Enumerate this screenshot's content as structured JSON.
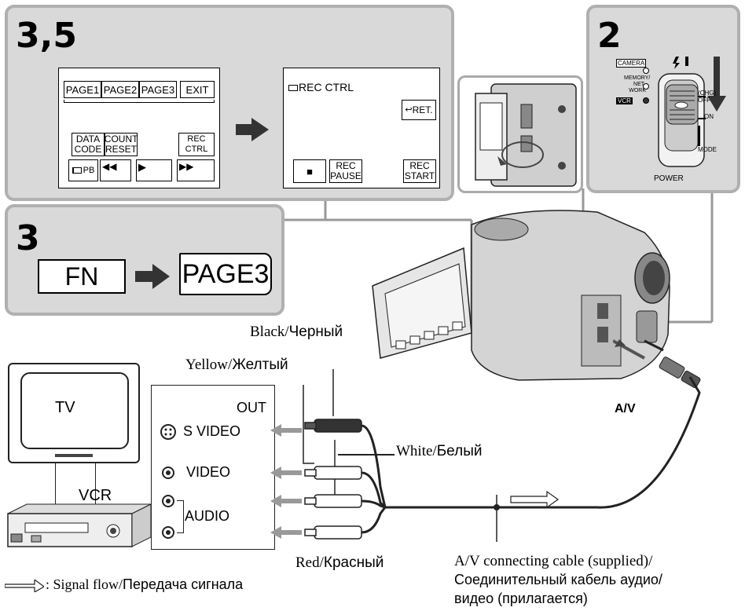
{
  "steps": {
    "s35": "3,5",
    "s2": "2",
    "s3": "3"
  },
  "menu_screen": {
    "tabs": [
      "PAGE1",
      "PAGE2",
      "PAGE3",
      "EXIT"
    ],
    "data_code": "DATA CODE",
    "count_reset": "COUNT RESET",
    "rec_ctrl": "REC CTRL",
    "pb": "PB"
  },
  "rec_ctrl_screen": {
    "title": "REC CTRL",
    "ret": "RET.",
    "stop": "■",
    "rec_pause": "REC PAUSE",
    "rec_start": "REC START"
  },
  "step3": {
    "fn": "FN",
    "page3": "PAGE3"
  },
  "power_switch": {
    "camera": "CAMERA",
    "memory_network": "MEMORY/ NET- WORK",
    "vcr": "VCR",
    "chg_off": "(CHG) OFF",
    "on": "ON",
    "mode": "MODE",
    "power": "POWER"
  },
  "devices": {
    "tv": "TV",
    "vcr": "VCR",
    "out": "OUT",
    "av": "A/V"
  },
  "jacks": {
    "s_video": "S VIDEO",
    "video": "VIDEO",
    "audio": "AUDIO"
  },
  "cables": {
    "black": "Black/",
    "black_ru": "Черный",
    "yellow": "Yellow/",
    "yellow_ru": "Желтый",
    "white": "White/",
    "white_ru": "Белый",
    "red": "Red/",
    "red_ru": "Красный",
    "av_cable_en": "A/V connecting cable (supplied)/",
    "av_cable_ru1": "Соединительный кабель аудио/",
    "av_cable_ru2": "видео (прилагается)"
  },
  "legend": {
    "en": ": Signal flow/",
    "ru": "Передача сигнала"
  }
}
